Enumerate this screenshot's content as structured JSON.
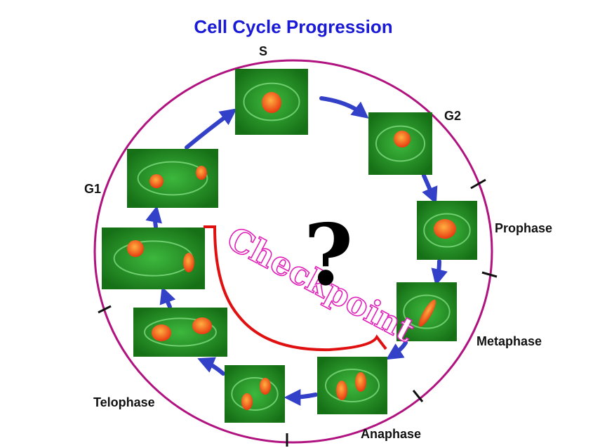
{
  "title": "Cell Cycle Progression",
  "phases": {
    "s": "S",
    "g2": "G2",
    "g1": "G1",
    "prophase": "Prophase",
    "metaphase": "Metaphase",
    "anaphase": "Anaphase",
    "telophase": "Telophase"
  },
  "checkpoint_text": "Checkpoint",
  "question_mark": "?",
  "colors": {
    "title": "#1a1ad6",
    "circle": "#b0127f",
    "arrow": "#3340c8",
    "checkpoint_line": "#e01010",
    "checkpoint_text": "#e020b8",
    "cell_bg": "#1f8a1f",
    "nucleus": "#ff5a1a"
  },
  "images": [
    {
      "name": "s-phase-cell",
      "nuclei": 1
    },
    {
      "name": "g2-cell",
      "nuclei": 1
    },
    {
      "name": "prophase-cell",
      "nuclei": 1
    },
    {
      "name": "metaphase-cell",
      "nuclei": 1
    },
    {
      "name": "anaphase-cell",
      "nuclei": 2
    },
    {
      "name": "telophase-cell-a",
      "nuclei": 2
    },
    {
      "name": "telophase-cell-b",
      "nuclei": 2
    },
    {
      "name": "g1-cell-a",
      "nuclei": 2
    },
    {
      "name": "g1-cell-b",
      "nuclei": 2
    }
  ]
}
